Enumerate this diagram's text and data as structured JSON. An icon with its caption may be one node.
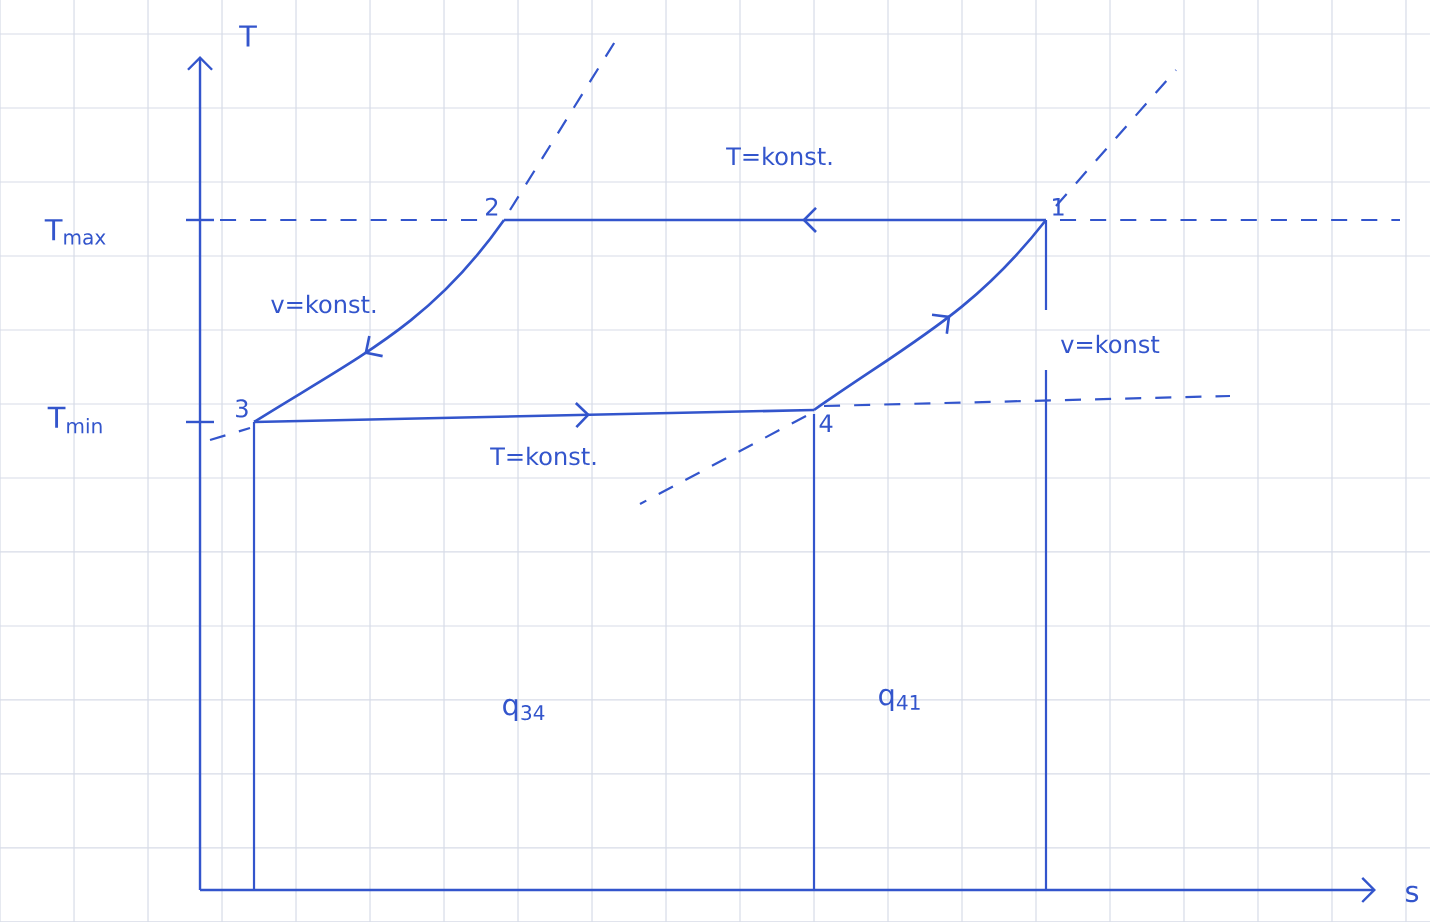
{
  "diagram": {
    "nodes": [
      {
        "text": [
          "1"
        ]
      },
      {
        "text": [
          "2"
        ]
      },
      {
        "text": [
          "3"
        ]
      },
      {
        "text": [
          "4"
        ]
      }
    ],
    "edges": [
      {
        "from": 0,
        "to": 1,
        "arrow": "to",
        "label": "T=konst."
      },
      {
        "from": 1,
        "to": 2,
        "arrow": "to",
        "label": "v=konst."
      },
      {
        "from": 2,
        "to": 3,
        "arrow": "to",
        "label": "T=konst."
      },
      {
        "from": 3,
        "to": 0,
        "arrow": "to",
        "label": "v=konst"
      }
    ],
    "labels": [
      "T",
      "T$_{max}$",
      "T$_{min}$",
      "q$_{34}$",
      "q$_{41}$",
      "s"
    ]
  }
}
